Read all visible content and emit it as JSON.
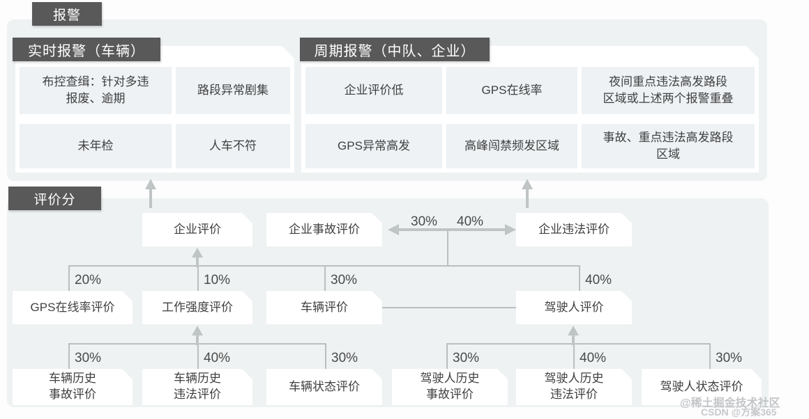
{
  "sections": {
    "alarm_tag": "报警",
    "score_tag": "评价分",
    "realtime_tag": "实时报警（车辆）",
    "cycle_tag": "周期报警（中队、企业）"
  },
  "realtime_tiles": [
    "布控查缉：针对多违\n报废、逾期",
    "路段异常剧集",
    "未年检",
    "人车不符"
  ],
  "cycle_tiles": [
    "企业评价低",
    "GPS在线率",
    "夜间重点违法高发路段\n区域或上述两个报警重叠",
    "GPS异常高发",
    "高峰闯禁频发区域",
    "事故、重点违法高发路段\n区域"
  ],
  "flow_boxes": {
    "enterprise_eval": "企业评价",
    "enterprise_accident_eval": "企业事故评价",
    "enterprise_violation_eval": "企业违法评价",
    "gps_online_eval": "GPS在线率评价",
    "workload_eval": "工作强度评价",
    "vehicle_eval": "车辆评价",
    "driver_eval": "驾驶人评价",
    "vehicle_history_accident": "车辆历史\n事故评价",
    "vehicle_history_violation": "车辆历史\n违法评价",
    "vehicle_status": "车辆状态评价",
    "driver_history_accident": "驾驶人历史\n事故评价",
    "driver_history_violation": "驾驶人历史\n违法评价",
    "driver_status": "驾驶人状态评价"
  },
  "weights": {
    "ent_accident": "30%",
    "ent_violation": "40%",
    "gps_online": "20%",
    "workload": "10%",
    "vehicle": "30%",
    "driver": "40%",
    "veh_hist_accident": "30%",
    "veh_hist_violation": "40%",
    "veh_status": "30%",
    "drv_hist_accident": "30%",
    "drv_hist_violation": "40%",
    "drv_status": "30%"
  },
  "watermarks": {
    "primary": "@稀土掘金技术社区",
    "secondary": "CSDN @方案365"
  },
  "colors": {
    "tag_bg": "#595959",
    "panel_bg": "#eef2f2",
    "tile_bg": "#eef2f5",
    "box_bg": "#ffffff",
    "connector": "#b9bfc0",
    "text": "#3f3f3f"
  }
}
